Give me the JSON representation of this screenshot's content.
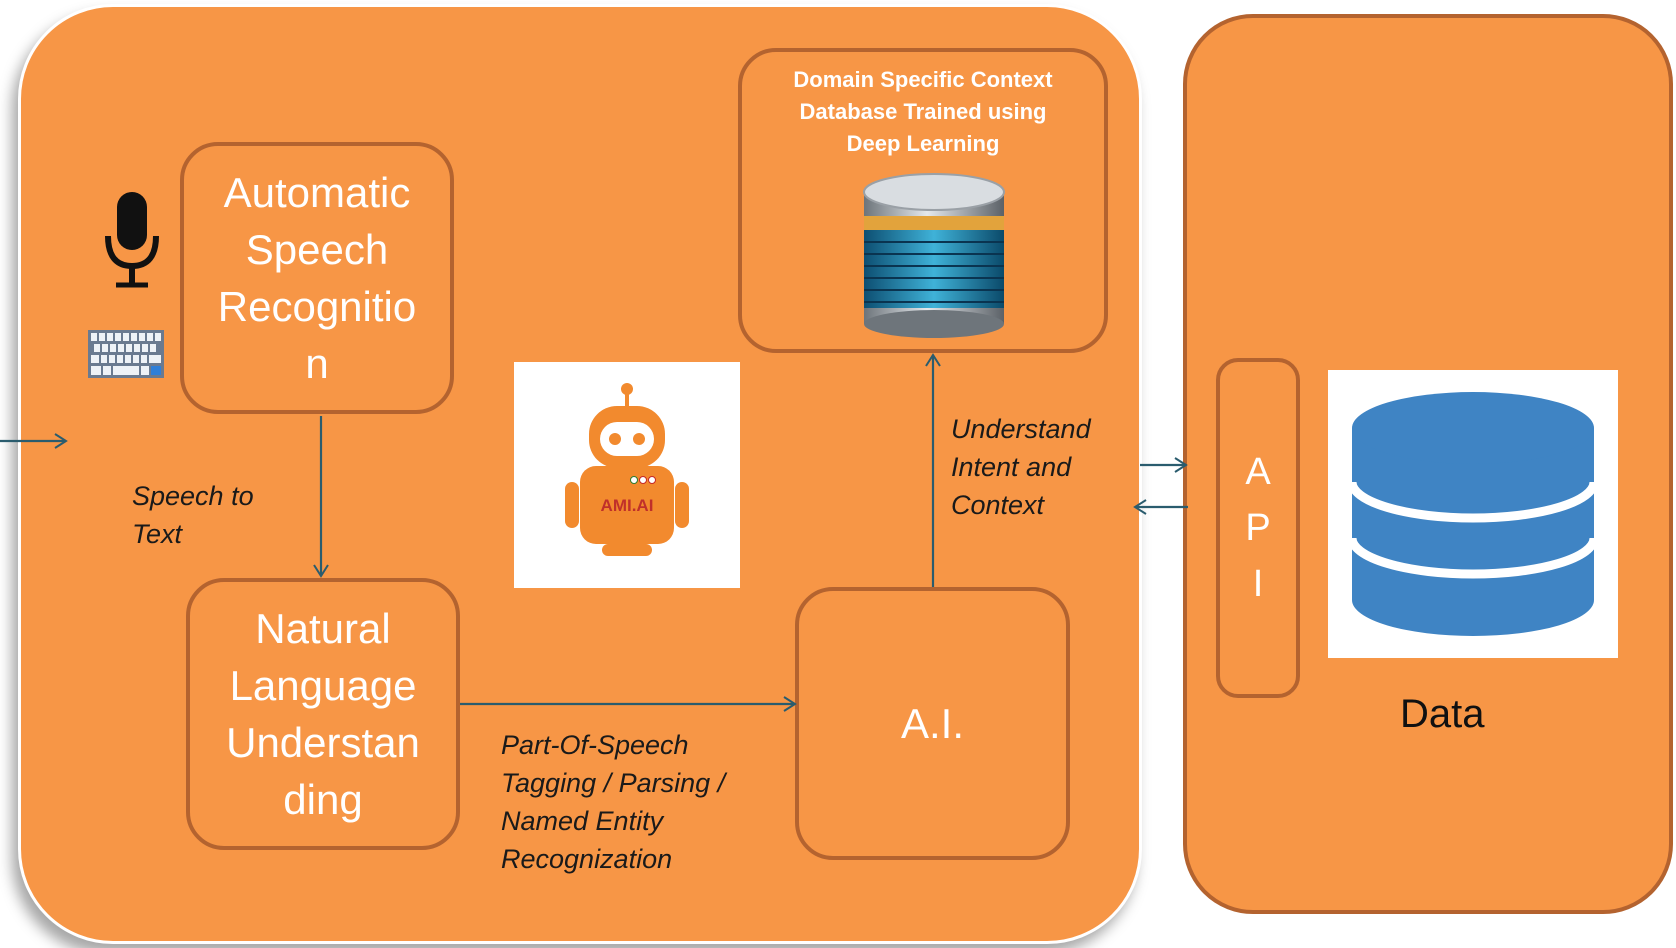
{
  "boxes": {
    "asr": [
      "Automatic",
      "Speech",
      "Recognitio",
      "n"
    ],
    "nlu": [
      "Natural",
      "Language",
      "Understan",
      "ding"
    ],
    "ai": "A.I.",
    "domain": [
      "Domain Specific Context",
      "Database Trained using",
      "Deep Learning"
    ],
    "api": [
      "A",
      "P",
      "I"
    ]
  },
  "labels": {
    "speech_to_text": [
      "Speech to",
      "Text"
    ],
    "pos_tagging": [
      "Part-Of-Speech",
      "Tagging / Parsing /",
      "Named Entity",
      "Recognization"
    ],
    "understand": [
      "Understand",
      "Intent and",
      "Context"
    ]
  },
  "robot_badge": "AMI.AI",
  "data_label": "Data",
  "icons": [
    "microphone-icon",
    "keyboard-icon",
    "robot-logo",
    "database-icon",
    "data-cylinder-icon"
  ],
  "colors": {
    "panel": "#f79646",
    "border": "#b4632f",
    "arrow": "#2a5c6e",
    "text_light": "#ffffff",
    "data_blue": "#3f84c4",
    "robot_orange": "#f28a2e",
    "robot_text": "#c0302a"
  }
}
